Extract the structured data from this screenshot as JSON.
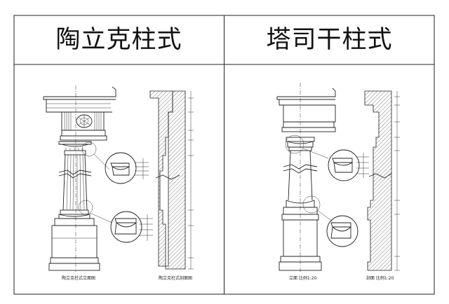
{
  "panels": [
    {
      "title": "陶立克柱式",
      "caption_front": "陶立克柱式立面图",
      "caption_side": "陶立克柱式剖面图"
    },
    {
      "title": "塔司干柱式",
      "caption_front": "立面  比例1:20",
      "caption_side": "剖面  比例1:20"
    }
  ]
}
